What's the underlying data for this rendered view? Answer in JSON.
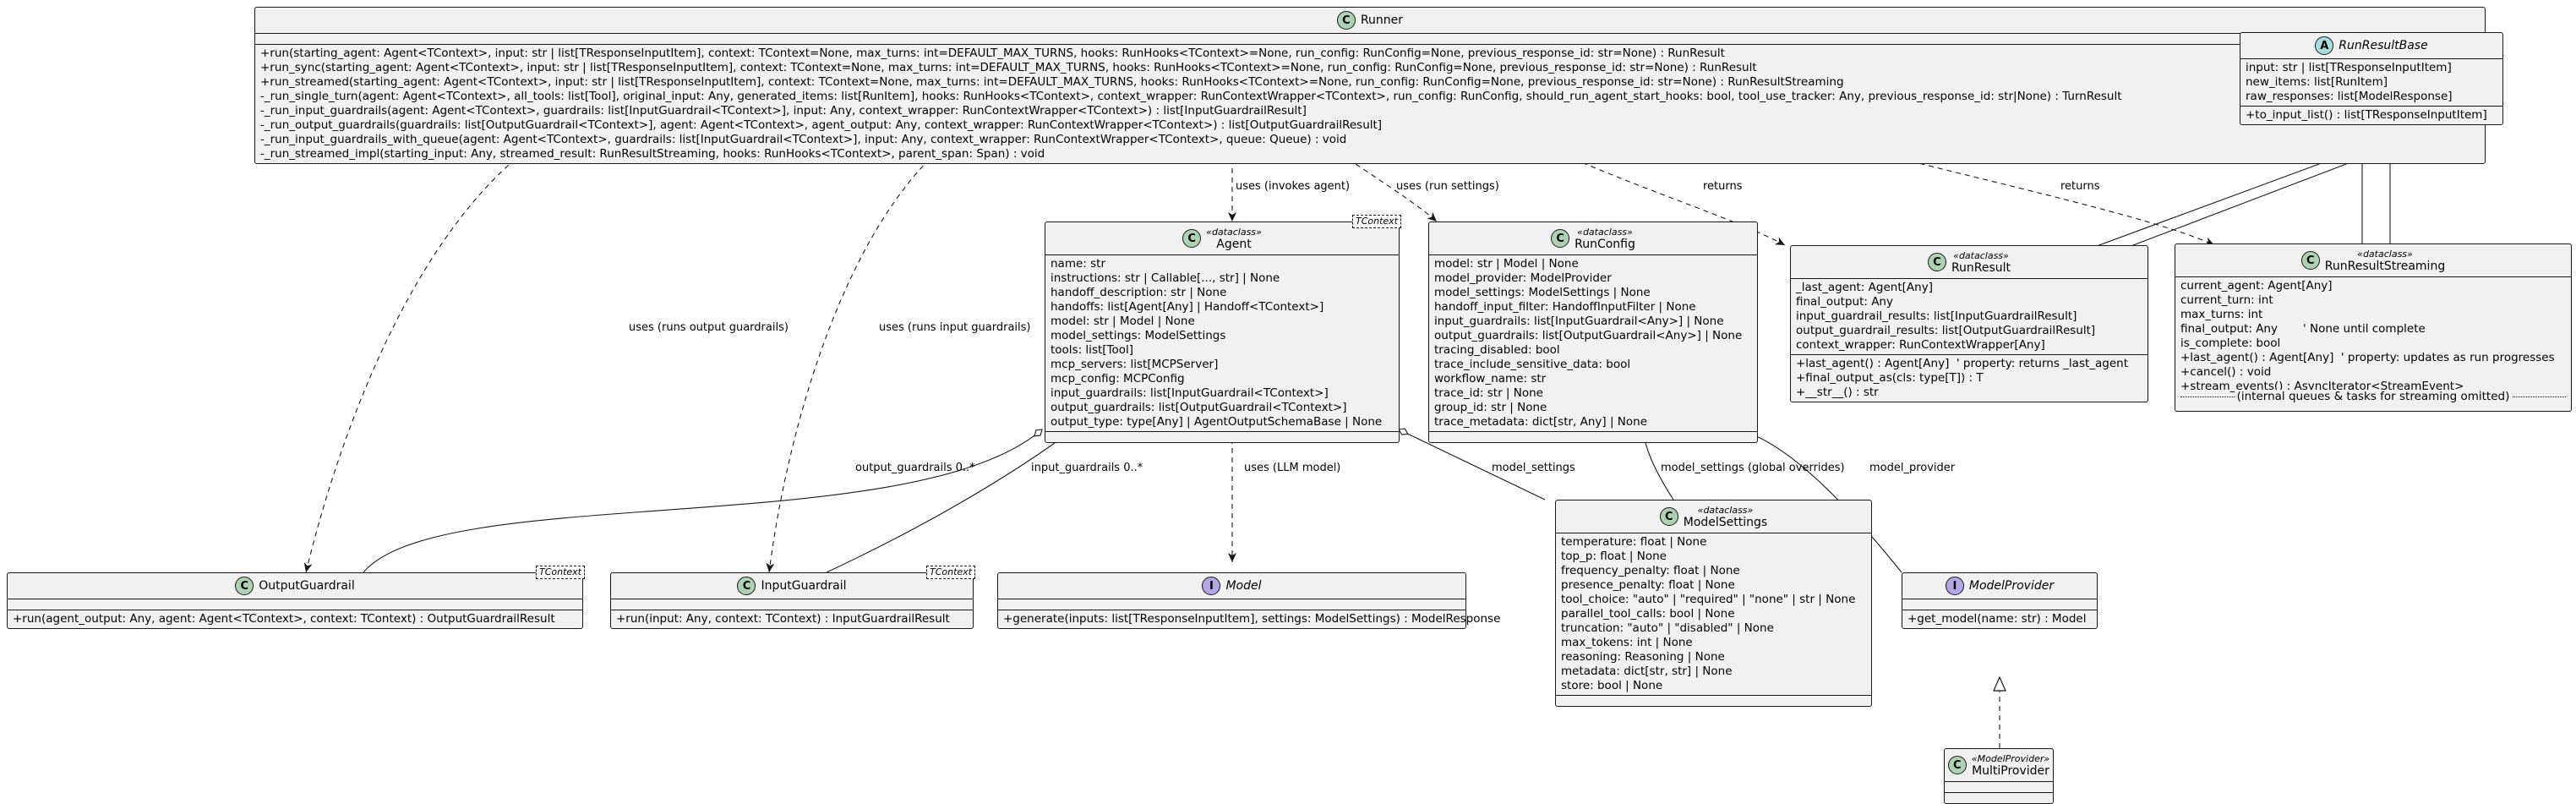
{
  "classes": {
    "runner": {
      "kind": "C",
      "name": "Runner",
      "attributes": [],
      "methods": [
        "+run(starting_agent: Agent<TContext>, input: str | list[TResponseInputItem], context: TContext=None, max_turns: int=DEFAULT_MAX_TURNS, hooks: RunHooks<TContext>=None, run_config: RunConfig=None, previous_response_id: str=None) : RunResult",
        "+run_sync(starting_agent: Agent<TContext>, input: str | list[TResponseInputItem], context: TContext=None, max_turns: int=DEFAULT_MAX_TURNS, hooks: RunHooks<TContext>=None, run_config: RunConfig=None, previous_response_id: str=None) : RunResult",
        "+run_streamed(starting_agent: Agent<TContext>, input: str | list[TResponseInputItem], context: TContext=None, max_turns: int=DEFAULT_MAX_TURNS, hooks: RunHooks<TContext>=None, run_config: RunConfig=None, previous_response_id: str=None) : RunResultStreaming",
        "-_run_single_turn(agent: Agent<TContext>, all_tools: list[Tool], original_input: Any, generated_items: list[RunItem], hooks: RunHooks<TContext>, context_wrapper: RunContextWrapper<TContext>, run_config: RunConfig, should_run_agent_start_hooks: bool, tool_use_tracker: Any, previous_response_id: str|None) : TurnResult",
        "-_run_input_guardrails(agent: Agent<TContext>, guardrails: list[InputGuardrail<TContext>], input: Any, context_wrapper: RunContextWrapper<TContext>) : list[InputGuardrailResult]",
        "-_run_output_guardrails(guardrails: list[OutputGuardrail<TContext>], agent: Agent<TContext>, agent_output: Any, context_wrapper: RunContextWrapper<TContext>) : list[OutputGuardrailResult]",
        "-_run_input_guardrails_with_queue(agent: Agent<TContext>, guardrails: list[InputGuardrail<TContext>], input: Any, context_wrapper: RunContextWrapper<TContext>, queue: Queue) : void",
        "-_run_streamed_impl(starting_input: Any, streamed_result: RunResultStreaming, hooks: RunHooks<TContext>, parent_span: Span) : void"
      ]
    },
    "runresultbase": {
      "kind": "A",
      "name": "RunResultBase",
      "attributes": [
        "input: str | list[TResponseInputItem]",
        "new_items: list[RunItem]",
        "raw_responses: list[ModelResponse]"
      ],
      "methods": [
        "+to_input_list() : list[TResponseInputItem]"
      ]
    },
    "agent": {
      "kind": "C",
      "stereotype": "«dataclass»",
      "name": "Agent",
      "type_param": "TContext",
      "attributes": [
        "name: str",
        "instructions: str | Callable[..., str] | None",
        "handoff_description: str | None",
        "handoffs: list[Agent[Any] | Handoff<TContext>]",
        "model: str | Model | None",
        "model_settings: ModelSettings",
        "tools: list[Tool]",
        "mcp_servers: list[MCPServer]",
        "mcp_config: MCPConfig",
        "input_guardrails: list[InputGuardrail<TContext>]",
        "output_guardrails: list[OutputGuardrail<TContext>]",
        "output_type: type[Any] | AgentOutputSchemaBase | None"
      ],
      "methods": []
    },
    "runconfig": {
      "kind": "C",
      "stereotype": "«dataclass»",
      "name": "RunConfig",
      "attributes": [
        "model: str | Model | None",
        "model_provider: ModelProvider",
        "model_settings: ModelSettings | None",
        "handoff_input_filter: HandoffInputFilter | None",
        "input_guardrails: list[InputGuardrail<Any>] | None",
        "output_guardrails: list[OutputGuardrail<Any>] | None",
        "tracing_disabled: bool",
        "trace_include_sensitive_data: bool",
        "workflow_name: str",
        "trace_id: str | None",
        "group_id: str | None",
        "trace_metadata: dict[str, Any] | None"
      ],
      "methods": []
    },
    "runresult": {
      "kind": "C",
      "stereotype": "«dataclass»",
      "name": "RunResult",
      "attributes": [
        "_last_agent: Agent[Any]",
        "final_output: Any",
        "input_guardrail_results: list[InputGuardrailResult]",
        "output_guardrail_results: list[OutputGuardrailResult]",
        "context_wrapper: RunContextWrapper[Any]"
      ],
      "methods": [
        "+last_agent() : Agent[Any]  ' property: returns _last_agent",
        "+final_output_as(cls: type[T]) : T",
        "+__str__() : str"
      ]
    },
    "runresultstreaming": {
      "kind": "C",
      "stereotype": "«dataclass»",
      "name": "RunResultStreaming",
      "attributes": [
        "current_agent: Agent[Any]",
        "current_turn: int",
        "max_turns: int",
        "final_output: Any       ' None until complete",
        "is_complete: bool",
        "+last_agent() : Agent[Any]  ' property: updates as run progresses",
        "+cancel() : void",
        "+stream_events() : AsyncIterator<StreamEvent>"
      ],
      "separator_note": "(internal queues & tasks for streaming omitted)",
      "methods": []
    },
    "outputguardrail": {
      "kind": "C",
      "name": "OutputGuardrail",
      "type_param": "TContext",
      "attributes": [],
      "methods": [
        "+run(agent_output: Any, agent: Agent<TContext>, context: TContext) : OutputGuardrailResult"
      ]
    },
    "inputguardrail": {
      "kind": "C",
      "name": "InputGuardrail",
      "type_param": "TContext",
      "attributes": [],
      "methods": [
        "+run(input: Any, context: TContext) : InputGuardrailResult"
      ]
    },
    "model": {
      "kind": "I",
      "name": "Model",
      "attributes": [],
      "methods": [
        "+generate(inputs: list[TResponseInputItem], settings: ModelSettings) : ModelResponse"
      ]
    },
    "modelsettings": {
      "kind": "C",
      "stereotype": "«dataclass»",
      "name": "ModelSettings",
      "attributes": [
        "temperature: float | None",
        "top_p: float | None",
        "frequency_penalty: float | None",
        "presence_penalty: float | None",
        "tool_choice: \"auto\" | \"required\" | \"none\" | str | None",
        "parallel_tool_calls: bool | None",
        "truncation: \"auto\" | \"disabled\" | None",
        "max_tokens: int | None",
        "reasoning: Reasoning | None",
        "metadata: dict[str, str] | None",
        "store: bool | None"
      ],
      "methods": []
    },
    "modelprovider": {
      "kind": "I",
      "name": "ModelProvider",
      "attributes": [],
      "methods": [
        "+get_model(name: str) : Model"
      ]
    },
    "multiprovider": {
      "kind": "C",
      "stereotype": "«ModelProvider»",
      "name": "MultiProvider",
      "attributes": [],
      "methods": []
    }
  },
  "edge_labels": {
    "invokes_agent": "uses (invokes agent)",
    "run_settings": "uses (run settings)",
    "returns_1": "returns",
    "returns_2": "returns",
    "runs_output_guardrails": "uses (runs output guardrails)",
    "runs_input_guardrails": "uses (runs input guardrails)",
    "output_guardrails_mult": "output_guardrails 0..*",
    "input_guardrails_mult": "input_guardrails 0..*",
    "llm_model": "uses (LLM model)",
    "model_settings": "model_settings",
    "model_settings_global": "model_settings (global overrides)",
    "model_provider": "model_provider"
  }
}
